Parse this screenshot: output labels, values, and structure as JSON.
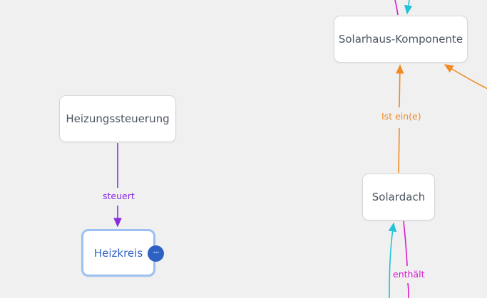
{
  "nodes": {
    "solarhaus_komponente": "Solarhaus-Komponente",
    "heizungssteuerung": "Heizungssteuerung",
    "solardach": "Solardach",
    "heizkreis": "Heizkreis"
  },
  "edges": {
    "steuert": "steuert",
    "ist_ein": "Ist ein(e)",
    "enthaelt": "enthält"
  },
  "node_actions": {
    "more": "···"
  },
  "colors": {
    "steuert": "#8a2be2",
    "ist_ein": "#f08a24",
    "enthaelt": "#d81bd0",
    "teal": "#22c3d6",
    "selected_border": "#9cc0f2",
    "selected_text": "#2f63c2",
    "action_button": "#2d62c4"
  }
}
